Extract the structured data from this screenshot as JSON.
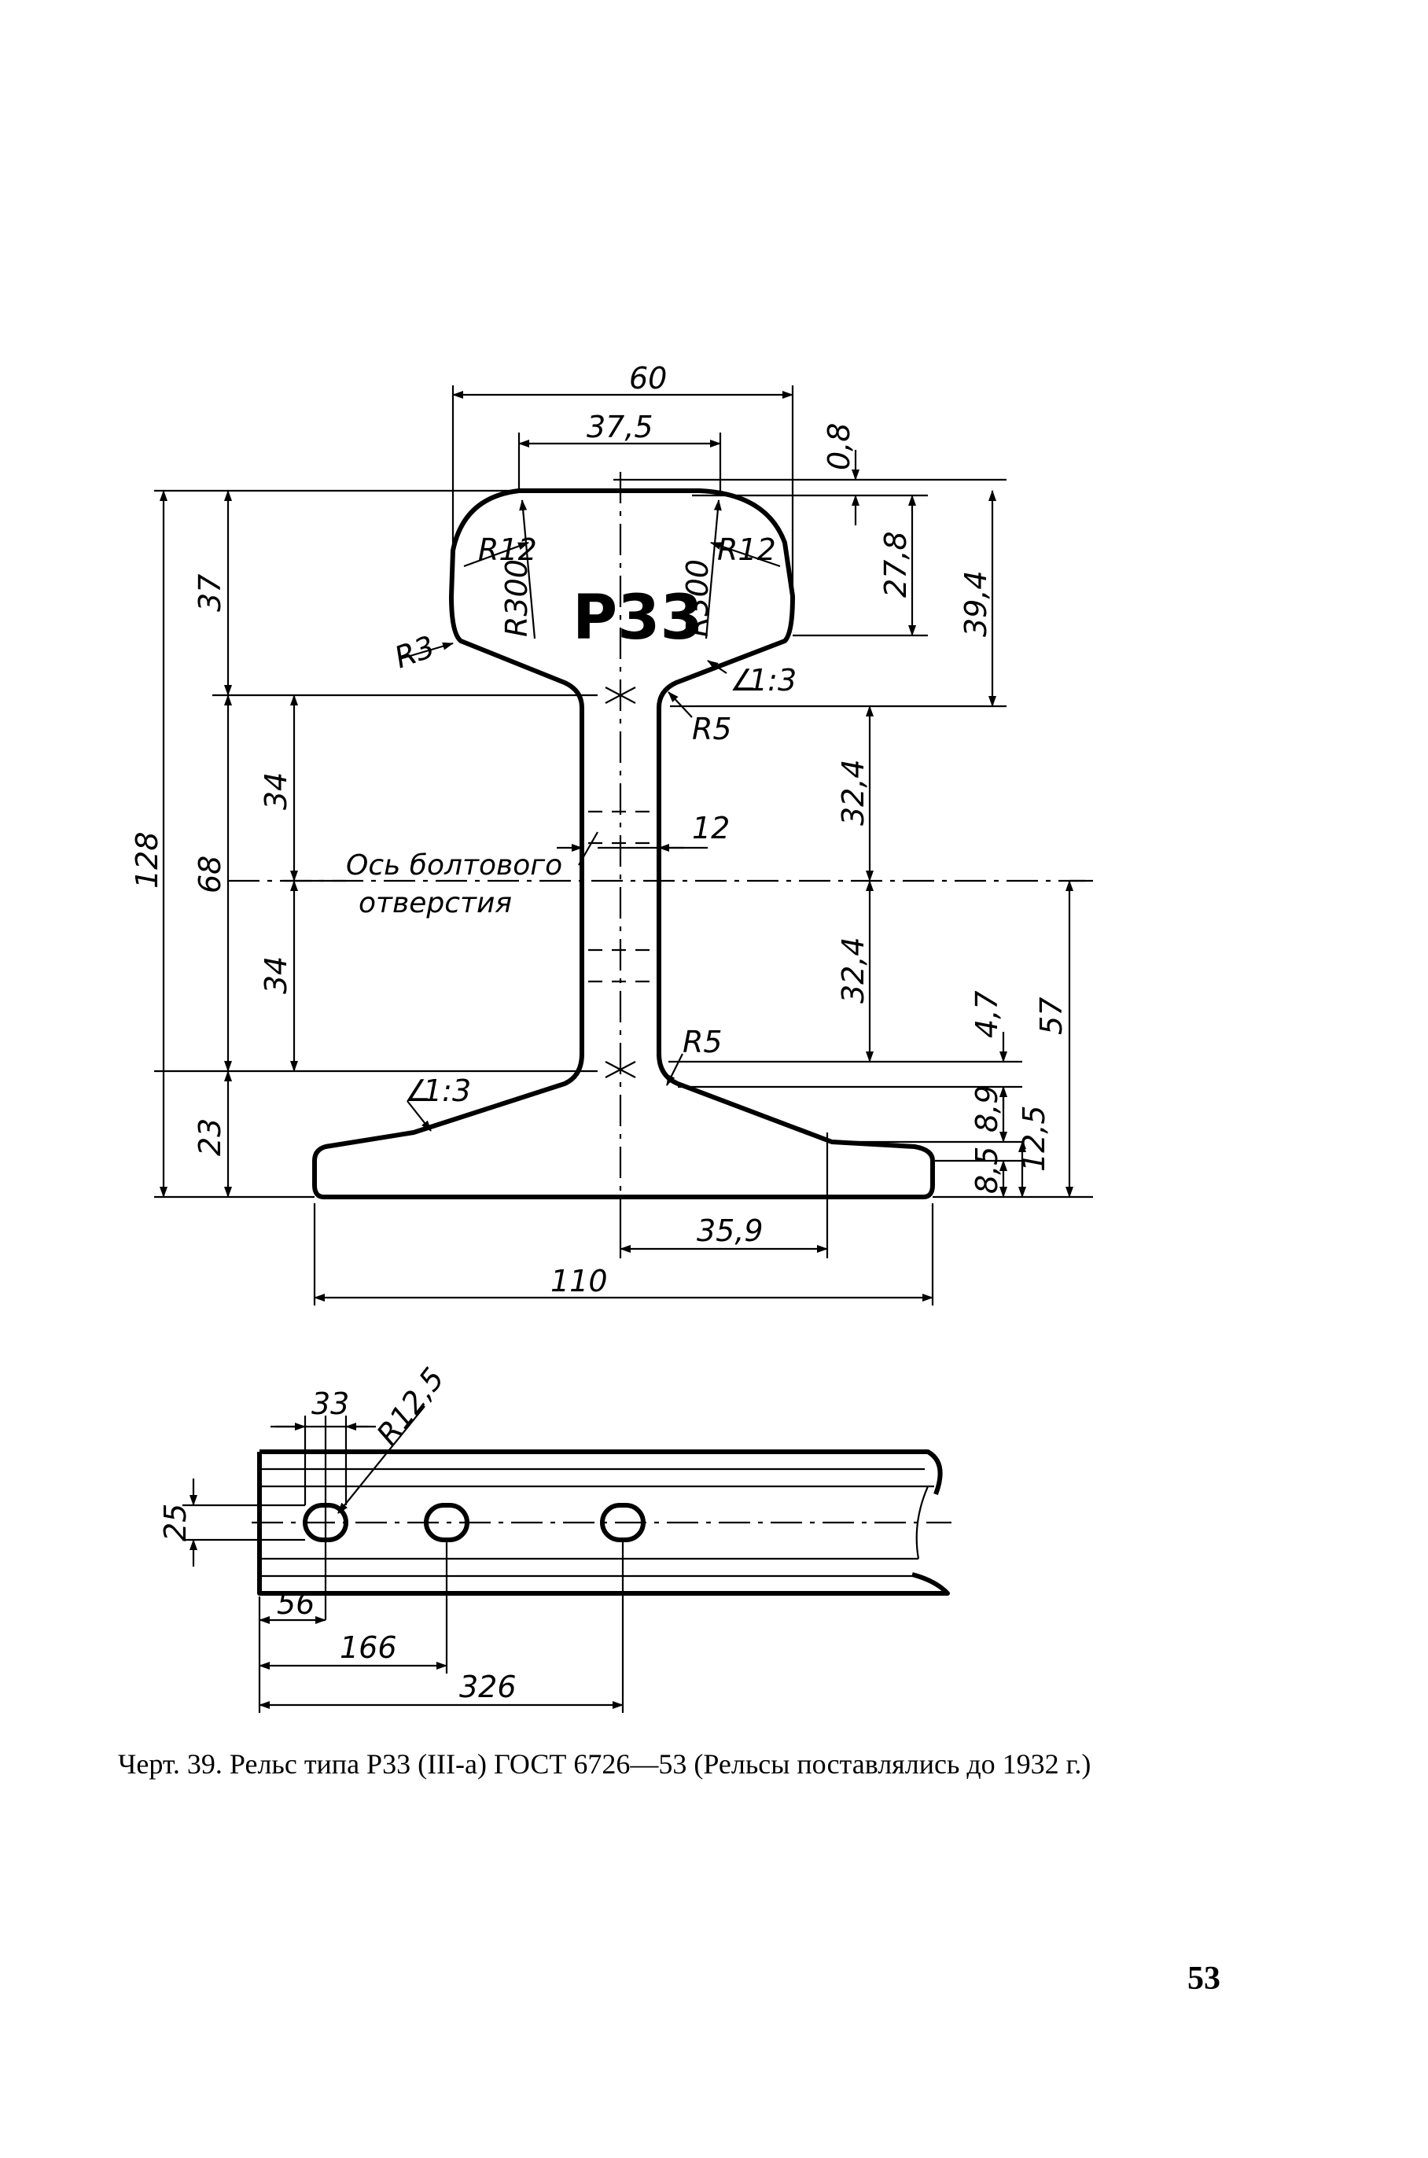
{
  "profile": {
    "label": "P33",
    "radii": {
      "head_left": "R12",
      "head_right": "R12",
      "head_side_left": "R300",
      "head_side_right": "R300",
      "head_corner": "R3",
      "neck_top": "R5",
      "neck_bottom": "R5"
    },
    "slope_top": "1:3",
    "slope_bottom": "1:3",
    "web_thickness": "12",
    "bolt_axis_label_line1": "Ось болтового",
    "bolt_axis_label_line2": "отверстия"
  },
  "dimensions": {
    "head_width": "60",
    "head_top_width": "37,5",
    "crown_offset": "0,8",
    "head_height_side": "27,8",
    "head_height_total": "39,4",
    "head_height": "37",
    "total_height": "128",
    "web_height": "68",
    "web_upper_half": "34",
    "web_lower_half": "34",
    "foot_height": "23",
    "bolt_above": "32,4",
    "bolt_below": "32,4",
    "bolt_height": "57",
    "foot_fillet_h": "4,7",
    "foot_slope_h": "8,9",
    "foot_edge_total": "12,5",
    "foot_edge_h": "8,5",
    "foot_half_width": "35,9",
    "foot_width": "110"
  },
  "plan_view": {
    "hole_spacing_label": "33",
    "hole_radius": "R12,5",
    "hole_height": "25",
    "dist_first": "56",
    "dist_second": "166",
    "dist_third": "326"
  },
  "caption": "Черт. 39. Рельс типа Р33 (III-а) ГОСТ 6726—53 (Рельсы поставлялись до 1932 г.)",
  "page_number": "53"
}
